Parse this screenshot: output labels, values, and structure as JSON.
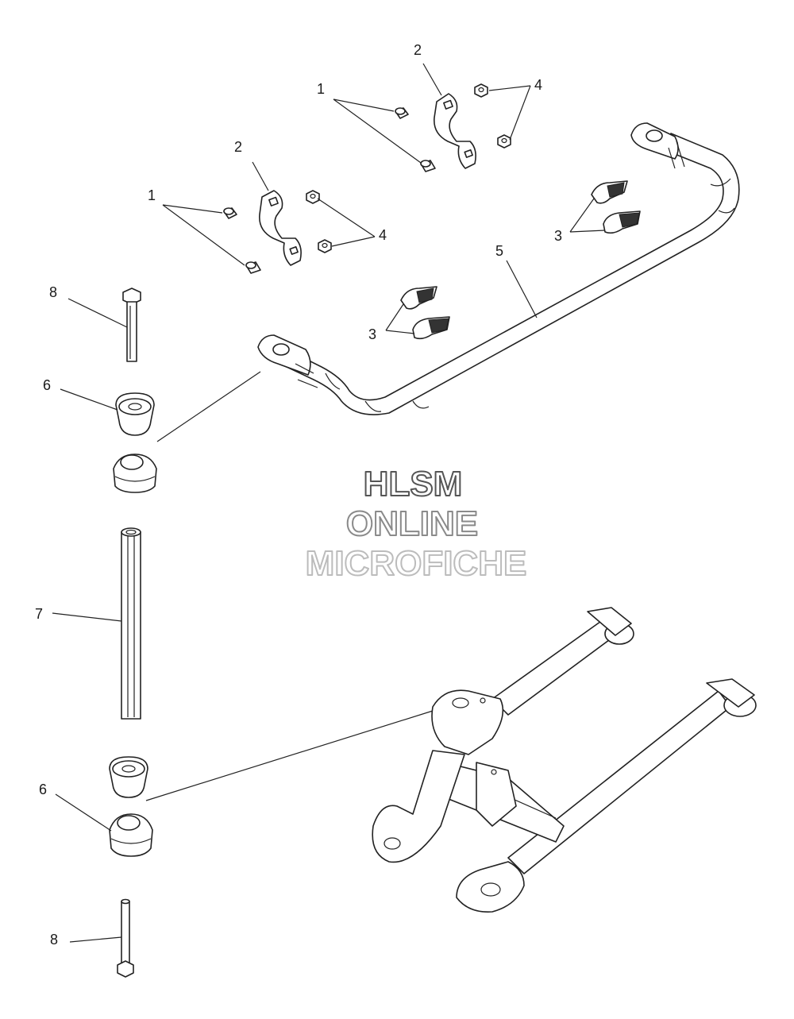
{
  "watermark": {
    "line1": "HLSM",
    "line2": "ONLINE",
    "line3": "MICROFICHE",
    "color1": "#555555",
    "color2": "#8a8a8a",
    "color3": "#bcbcbc"
  },
  "callouts": {
    "c1a": "1",
    "c1b": "1",
    "c2a": "2",
    "c2b": "2",
    "c3a": "3",
    "c3b": "3",
    "c4a": "4",
    "c4b": "4",
    "c5": "5",
    "c6a": "6",
    "c6b": "6",
    "c7": "7",
    "c8a": "8",
    "c8b": "8"
  }
}
